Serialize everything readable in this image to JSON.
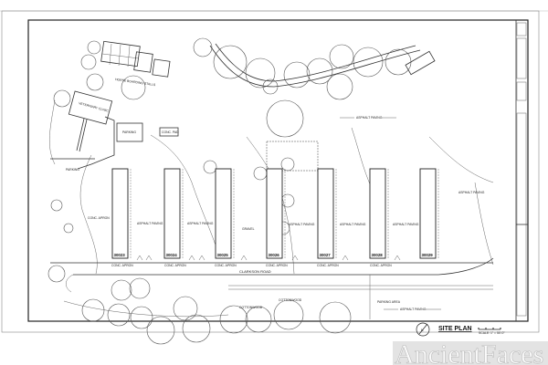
{
  "drawing": {
    "title": "SITE PLAN",
    "scale_note": "SCALE: 1\" = 50'-0\"",
    "north_arrow": "N",
    "road_name": "CLARKSON ROAD",
    "buildings": [
      "30023",
      "30024",
      "30025",
      "30026",
      "30027",
      "30028",
      "30029"
    ],
    "labels": {
      "vet_clinic": "VETERINARY CLINIC",
      "horse_stalls": "HORSE BOARDING STALLS",
      "parking_top": "PARKING",
      "parking_left": "PARKING",
      "conc_pad": "CONC. PAD",
      "asphalt_top": "ASPHALT PAVING",
      "asphalt_bottom": "ASPHALT PAVING",
      "parking_area": "PARKING AREA",
      "gravel": "GRAVEL",
      "conc_apron": "CONC. APRON",
      "asphalt_bld": "ASPHALT PAVING",
      "cottonwood": "COTTONWOOD"
    }
  },
  "watermark": "AncientFaces"
}
